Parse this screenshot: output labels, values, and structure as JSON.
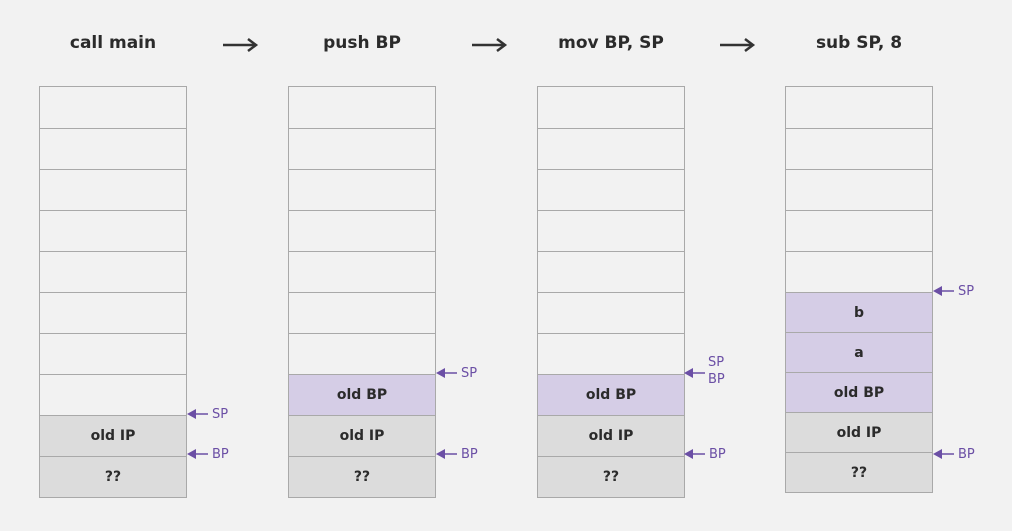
{
  "steps": [
    {
      "title": "call main",
      "cells": [
        "",
        "",
        "",
        "",
        "",
        "",
        "",
        "",
        "old IP",
        "??"
      ]
    },
    {
      "title": "push BP",
      "cells": [
        "",
        "",
        "",
        "",
        "",
        "",
        "",
        "old BP",
        "old IP",
        "??"
      ]
    },
    {
      "title": "mov BP, SP",
      "cells": [
        "",
        "",
        "",
        "",
        "",
        "",
        "",
        "old BP",
        "old IP",
        "??"
      ]
    },
    {
      "title": "sub SP, 8",
      "cells": [
        "",
        "",
        "",
        "",
        "",
        "b",
        "a",
        "old BP",
        "old IP",
        "??"
      ]
    }
  ],
  "pointers": {
    "sp": "SP",
    "bp": "BP"
  },
  "colors": {
    "pushed": "#d5cde6",
    "existing": "#dcdcdc",
    "pointer": "#6b4fa5"
  }
}
